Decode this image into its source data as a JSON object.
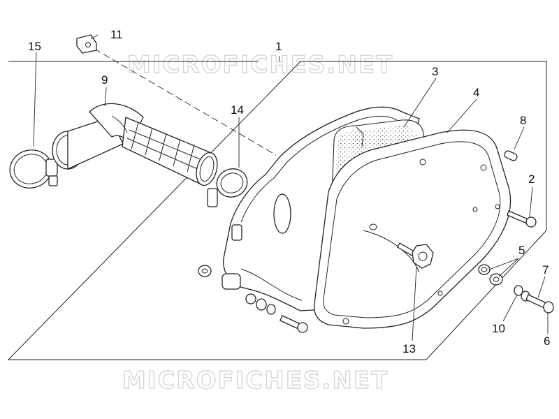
{
  "watermarks": {
    "top": "MICROFICHES.NET",
    "bottom": "MICROFICHES.NET"
  },
  "callouts": {
    "p1": "1",
    "p2": "2",
    "p3": "3",
    "p4": "4",
    "p5": "5",
    "p6": "6",
    "p7": "7",
    "p8": "8",
    "p9": "9",
    "p10": "10",
    "p11": "11",
    "p13": "13",
    "p14": "14",
    "p15": "15"
  },
  "colors": {
    "line": "#222222",
    "watermark": "#d6d6d6",
    "foam_dots": "#555555"
  }
}
